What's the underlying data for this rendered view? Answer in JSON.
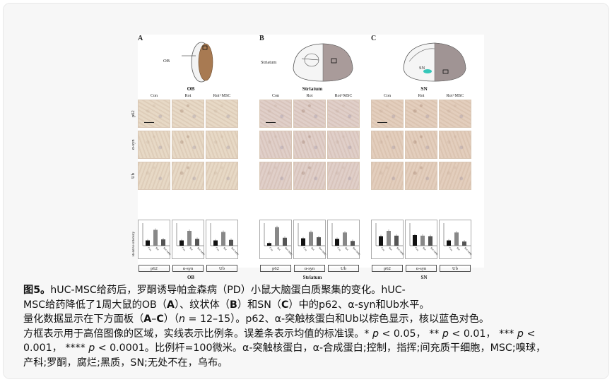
{
  "figure": {
    "panels": [
      {
        "letter": "A",
        "region": "OB",
        "region_label": "OB",
        "columns": [
          "Con",
          "Rot",
          "Rot+MSC"
        ],
        "rows": [
          "p62",
          "α-syn",
          "Ub"
        ],
        "bottom_label": "OB",
        "tint": "#e7d9c6"
      },
      {
        "letter": "B",
        "region": "Striatum",
        "region_label": "Striatum",
        "columns": [
          "Con",
          "Rot",
          "Rot+MSC"
        ],
        "rows": [
          "p62",
          "α-syn",
          "Ub"
        ],
        "bottom_label": "Striatum",
        "tint": "#e0cfc9"
      },
      {
        "letter": "C",
        "region": "SN",
        "region_label": "SN",
        "columns": [
          "Con",
          "Rot",
          "Rot+MSC"
        ],
        "rows": [
          "p62",
          "α-syn",
          "Ub"
        ],
        "bottom_label": "SN",
        "tint": "#e3cebd"
      }
    ],
    "y_axis_label": "Relative intensity"
  },
  "chart_data": [
    {
      "type": "bar",
      "panel": "A",
      "title": "p62",
      "categories": [
        "Con",
        "Rot",
        "Rot+MSC"
      ],
      "values": [
        1.0,
        3.0,
        1.2
      ]
    },
    {
      "type": "bar",
      "panel": "A",
      "title": "α-syn",
      "categories": [
        "Con",
        "Rot",
        "Rot+MSC"
      ],
      "values": [
        1.0,
        2.8,
        1.3
      ]
    },
    {
      "type": "bar",
      "panel": "A",
      "title": "Ub",
      "categories": [
        "Con",
        "Rot",
        "Rot+MSC"
      ],
      "values": [
        1.0,
        2.6,
        1.1
      ]
    },
    {
      "type": "bar",
      "panel": "B",
      "title": "p62",
      "categories": [
        "Con",
        "Rot",
        "Rot+MSC"
      ],
      "values": [
        0.5,
        3.5,
        1.5
      ]
    },
    {
      "type": "bar",
      "panel": "B",
      "title": "α-syn",
      "categories": [
        "Con",
        "Rot",
        "Rot+MSC"
      ],
      "values": [
        1.4,
        2.6,
        1.6
      ]
    },
    {
      "type": "bar",
      "panel": "B",
      "title": "Ub",
      "categories": [
        "Con",
        "Rot",
        "Rot+MSC"
      ],
      "values": [
        1.3,
        2.5,
        0.9
      ]
    },
    {
      "type": "bar",
      "panel": "C",
      "title": "p62",
      "categories": [
        "Con",
        "Rot",
        "Rot+MSC"
      ],
      "values": [
        1.8,
        2.8,
        1.9
      ]
    },
    {
      "type": "bar",
      "panel": "C",
      "title": "α-syn",
      "categories": [
        "Con",
        "Rot",
        "Rot+MSC"
      ],
      "values": [
        2.0,
        1.9,
        1.8
      ]
    },
    {
      "type": "bar",
      "panel": "C",
      "title": "Ub",
      "categories": [
        "Con",
        "Rot",
        "Rot+MSC"
      ],
      "values": [
        1.0,
        2.5,
        0.8
      ]
    }
  ],
  "caption": {
    "fig_label": "图5。",
    "line1": "hUC-MSC给药后，罗酮诱导帕金森病（PD）小鼠大脑蛋白质聚集的变化。hUC-",
    "line2a": "MSC给药降低了1周大鼠的OB（",
    "A": "A",
    "line2b": "）、纹状体（",
    "B": "B",
    "line2c": "）和SN（",
    "C": "C",
    "line2d": "）中的p62、α-syn和Ub水平。",
    "line3a": "量化数据显示在下方面板（",
    "AC": "A",
    "dash": "–",
    "CC": "C",
    "line3b": "）（",
    "n": "n",
    "line3c": " = 12–15）。p62、α-突触核蛋白和Ub以棕色显示，核以蓝色对色。",
    "line4a": "方框表示用于高倍图像的区域，实线表示比例条。误差条表示均值的标准误。* ",
    "p1": "p",
    "line4b": " < 0.05， ** ",
    "p2": "p",
    "line4c": " < 0.01， *** ",
    "p3": "p",
    "line4d": " <",
    "line5a": "0.001， **** ",
    "p4": "p",
    "line5b": " < 0.0001。比例杆=100微米。α-突触核蛋白，α-合成蛋白;控制，指挥;间充质干细胞，MSC;嗅球，",
    "line6": "产科;罗酮，腐烂;黑质，SN;无处不在，乌布。"
  }
}
